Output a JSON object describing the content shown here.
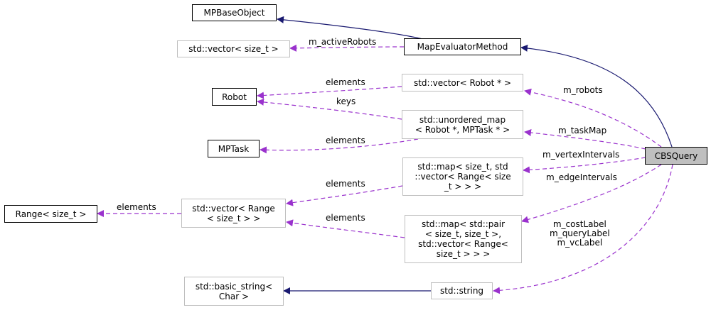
{
  "colors": {
    "inherit": "#191970",
    "usage": "#9a32cd",
    "grey_border": "#bfbfbf",
    "focus_fill": "#bfbfbf"
  },
  "nodes": {
    "mpbaseobject": "MPBaseObject",
    "vector_size_t": "std::vector< size_t >",
    "mapevaluatormethod": "MapEvaluatorMethod",
    "robot": "Robot",
    "vector_robot": "std::vector< Robot * >",
    "unordered_map": "std::unordered_map\n< Robot *, MPTask * >",
    "mptask": "MPTask",
    "cbsquery": "CBSQuery",
    "map_vector_range": "std::map< size_t, std\n::vector< Range< size\n_t > > >",
    "range": "Range< size_t >",
    "vector_range": "std::vector< Range\n< size_t > >",
    "map_pair": "std::map< std::pair\n< size_t, size_t >,\n std::vector< Range<\nsize_t > > >",
    "basic_string": "std::basic_string<\n Char >",
    "string": "std::string"
  },
  "edge_labels": {
    "m_activeRobots": "m_activeRobots",
    "elements_robot": "elements",
    "keys": "keys",
    "m_robots": "m_robots",
    "m_taskMap": "m_taskMap",
    "elements_mptask": "elements",
    "m_vertexIntervals": "m_vertexIntervals",
    "m_edgeIntervals": "m_edgeIntervals",
    "elements_range": "elements",
    "elements_vr1": "elements",
    "elements_vr2": "elements",
    "string_members": "m_costLabel\nm_queryLabel\nm_vcLabel"
  }
}
